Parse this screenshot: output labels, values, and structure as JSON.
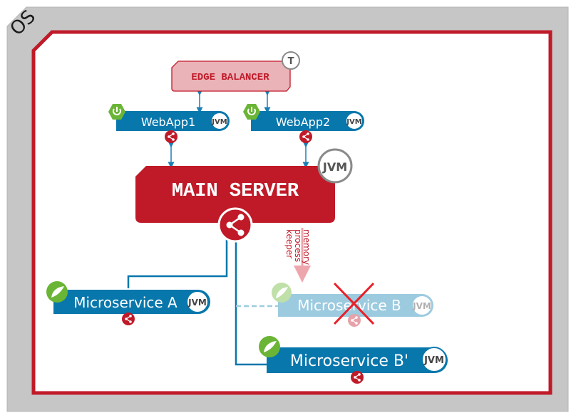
{
  "diagram": {
    "os_label": "OS",
    "edge_balancer": {
      "label": "EDGE BALANCER",
      "badge": "T"
    },
    "webapps": [
      {
        "label": "WebApp1",
        "badge": "JVM"
      },
      {
        "label": "WebApp2",
        "badge": "JVM"
      }
    ],
    "main_server": {
      "label": "MAIN SERVER",
      "badge": "JVM"
    },
    "memory_note": [
      "memory",
      "process",
      "keeper"
    ],
    "microservices": [
      {
        "label": "Microservice A",
        "badge": "JVM",
        "status": "active"
      },
      {
        "label": "Microservice B",
        "badge": "JVM",
        "status": "failed"
      },
      {
        "label": "Microservice B'",
        "badge": "JVM",
        "status": "active"
      }
    ],
    "colors": {
      "os_frame": "#c6c6c6",
      "boundary_red": "#c01a28",
      "service_blue": "#0877ac",
      "service_blue_faded": "#9ccbe0",
      "edge_fill": "#eab3b8",
      "spring_green": "#6bb536",
      "cross_red": "#e8202a"
    },
    "icons": {
      "spring_boot": "spring-power-icon",
      "spring": "spring-leaf-icon",
      "share": "share-icon",
      "jvm": "jvm-badge"
    }
  }
}
